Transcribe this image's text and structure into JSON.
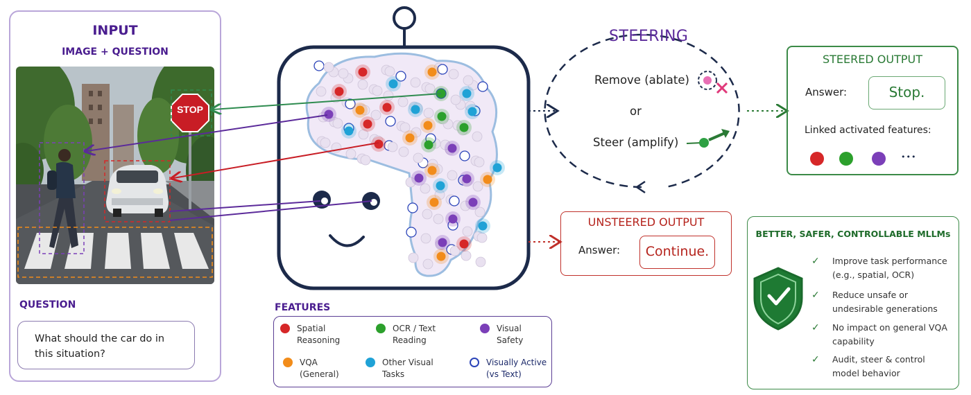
{
  "input_panel": {
    "title": "INPUT",
    "subtitle": "IMAGE + QUESTION",
    "stop_sign_text": "STOP",
    "question_label": "QUESTION",
    "question_text": "What should the car do in this situation?"
  },
  "features": {
    "label": "FEATURES",
    "legend": [
      {
        "label": "Spatial Reasoning",
        "color": "#d62728"
      },
      {
        "label": "OCR / Text Reading",
        "color": "#2ca02c"
      },
      {
        "label": "Visual Safety",
        "color": "#7b3fb8"
      },
      {
        "label": "VQA (General)",
        "color": "#f28c1a"
      },
      {
        "label": "Other Visual Tasks",
        "color": "#1fa2d6"
      },
      {
        "label": "Visually Active (vs Text)",
        "color": "#2a43b8"
      }
    ]
  },
  "steering": {
    "title": "STEERING",
    "remove_label": "Remove (ablate)",
    "or_label": "or",
    "steer_label": "Steer (amplify)"
  },
  "steered_output": {
    "title": "STEERED OUTPUT",
    "answer_label": "Answer:",
    "answer": "Stop.",
    "linked_label": "Linked activated features:",
    "ellipsis": "•••",
    "linked_colors": [
      "#d62728",
      "#2ca02c",
      "#7b3fb8"
    ]
  },
  "unsteered_output": {
    "title": "UNSTEERED OUTPUT",
    "answer_label": "Answer:",
    "answer": "Continue."
  },
  "benefits": {
    "title": "BETTER, SAFER, CONTROLLABLE MLLMs",
    "items": [
      "Improve task performance (e.g., spatial, OCR)",
      "Reduce unsafe or undesirable generations",
      "No impact on general VQA capability",
      "Audit, steer & control model behavior"
    ]
  },
  "colors": {
    "purple": "#5b2a9a",
    "green": "#2a7a35",
    "red": "#b5231c",
    "navy": "#1c2a4a"
  }
}
